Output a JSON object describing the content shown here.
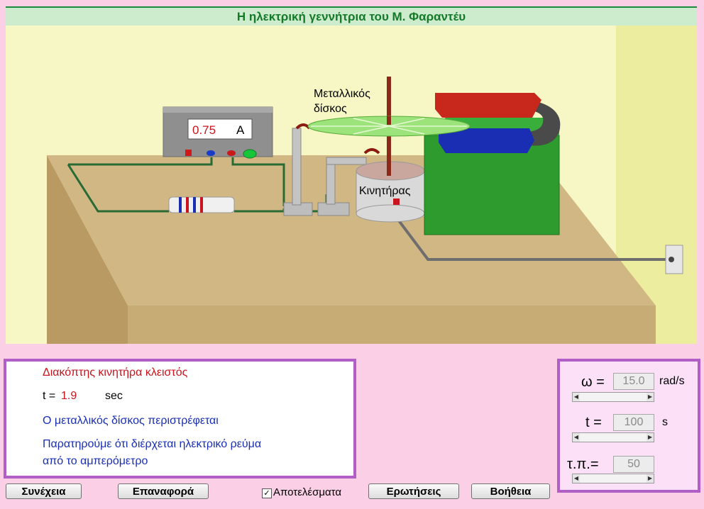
{
  "title": "Η ηλεκτρική γεννήτρια του Μ. Φαραντέυ",
  "scene": {
    "ammeter": {
      "value": "0.75",
      "unit": "A"
    },
    "disk_label_line1": "Μεταλλικός",
    "disk_label_line2": "δίσκος",
    "motor_label": "Κινητήρας"
  },
  "info": {
    "switch_status": "Διακόπτης κινητήρα κλειστός",
    "time_label": "t =",
    "time_value": "1.9",
    "time_unit": "sec",
    "disk_status": "Ο μεταλλικός δίσκος περιστρέφεται",
    "observation_line1": "Παρατηρούμε ότι διέρχεται ηλεκτρικό ρεύμα",
    "observation_line2": "από το αμπερόμετρο"
  },
  "controls": {
    "omega": {
      "label": "ω =",
      "value": "15.0",
      "unit": "rad/s",
      "slider_fraction": 0.0
    },
    "time": {
      "label": "t  =",
      "value": "100",
      "unit": "s",
      "slider_fraction": 0.0
    },
    "tp": {
      "label": "τ.π.=",
      "value": "50",
      "unit": "",
      "slider_fraction": 0.0
    }
  },
  "buttons": {
    "continue": "Συνέχεια",
    "reset": "Επαναφορά",
    "results": "Αποτελέσματα",
    "results_checked": true,
    "questions": "Ερωτήσεις",
    "help": "Βοήθεια"
  },
  "colors": {
    "panel_border": "#b15fc6",
    "title_text": "#147a2a",
    "status_red": "#c8141e",
    "status_blue": "#1a2eb4"
  }
}
